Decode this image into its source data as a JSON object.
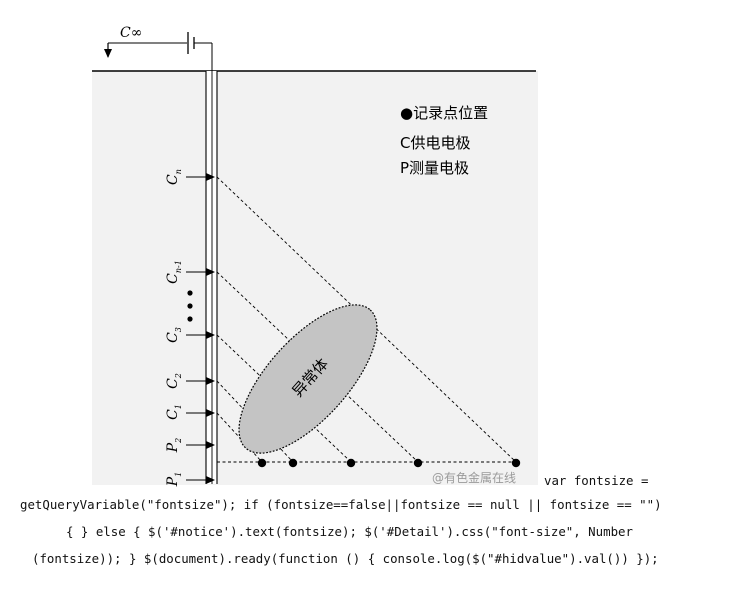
{
  "diagram": {
    "source_label": "C∞",
    "legend": {
      "record_point": "●记录点位置",
      "supply": "C供电电极",
      "measure": "P测量电极"
    },
    "electrodes": {
      "cn_main": "C",
      "cn_sub": "n",
      "cn1_main": "C",
      "cn1_sub": "n-1",
      "c3_main": "C",
      "c3_sub": "3",
      "c2_main": "C",
      "c2_sub": "2",
      "c1_main": "C",
      "c1_sub": "1",
      "p2_main": "P",
      "p2_sub": "2",
      "p1_main": "P",
      "p1_sub": "1"
    },
    "anomaly_label": "异常体",
    "watermark": "@有色金属在线"
  },
  "code_text": {
    "line1": "var fontsize =",
    "line2": "getQueryVariable(\"fontsize\"); if (fontsize==false||fontsize == null || fontsize == \"\")",
    "line3": "{ } else { $('#notice').text(fontsize); $('#Detail').css(\"font-size\", Number",
    "line4": "(fontsize)); } $(document).ready(function () { console.log($(\"#hidvalue\").val()) });"
  },
  "colors": {
    "panel_bg": "#f2f2f2",
    "ink": "#000000",
    "anomaly_fill": "#c4c4c4"
  }
}
